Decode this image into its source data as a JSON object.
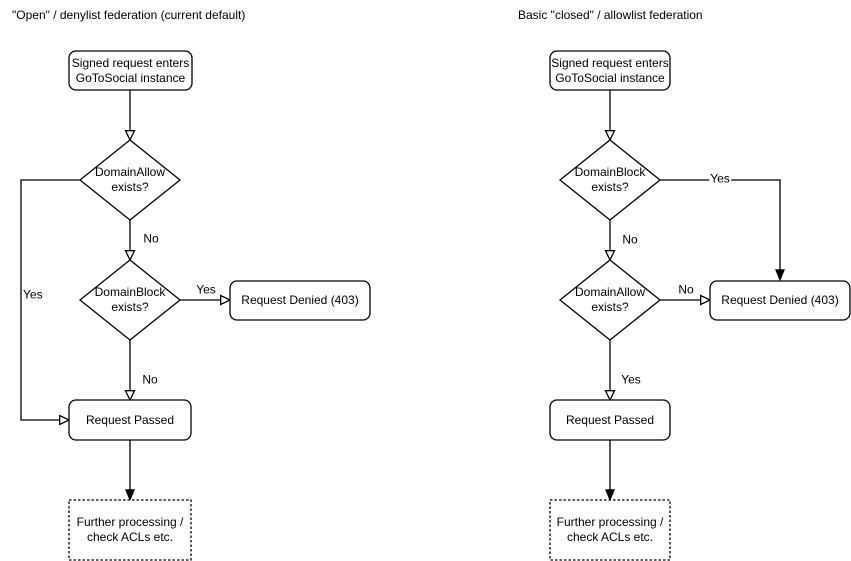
{
  "left_chart": {
    "title": "\"Open\" / denylist federation (current default)",
    "nodes": {
      "start": "Signed request enters\nGoToSocial instance",
      "decision1": "DomainAllow\nexists?",
      "decision2": "DomainBlock\nexists?",
      "denied": "Request Denied (403)",
      "passed": "Request Passed",
      "further": "Further processing /\ncheck ACLs etc."
    },
    "edge_labels": {
      "decision1_no": "No",
      "decision1_yes": "Yes",
      "decision2_yes": "Yes",
      "decision2_no": "No"
    }
  },
  "right_chart": {
    "title": "Basic \"closed\" / allowlist federation",
    "nodes": {
      "start": "Signed request enters\nGoToSocial instance",
      "decision1": "DomainBlock\nexists?",
      "decision2": "DomainAllow\nexists?",
      "denied": "Request Denied (403)",
      "passed": "Request Passed",
      "further": "Further processing /\ncheck ACLs etc."
    },
    "edge_labels": {
      "decision1_yes": "Yes",
      "decision1_no": "No",
      "decision2_no": "No",
      "decision2_yes": "Yes"
    }
  },
  "colors": {
    "stroke": "#000000",
    "fill": "#ffffff",
    "text": "#000000"
  }
}
